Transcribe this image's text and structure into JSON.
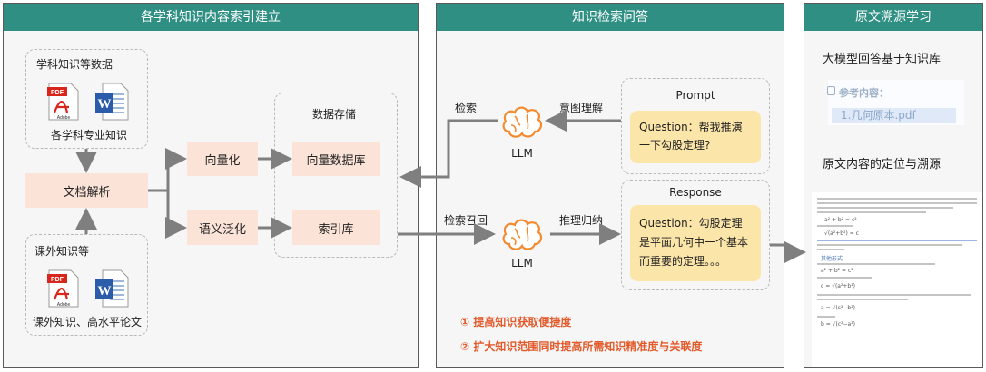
{
  "panels": {
    "left_title": "各学科知识内容索引建立",
    "middle_title": "知识检索问答",
    "right_title": "原文溯源学习"
  },
  "left": {
    "subject_group_title": "学科知识等数据",
    "subject_caption": "各学科专业知识",
    "extra_group_title": "课外知识等",
    "extra_caption": "课外知识、高水平论文",
    "doc_parse": "文档解析",
    "vectorize": "向量化",
    "semantic_generalize": "语义泛化",
    "storage_title": "数据存储",
    "vector_db": "向量数据库",
    "index_db": "索引库"
  },
  "icons": {
    "pdf_label": "PDF",
    "adobe_label": "Adobe",
    "word_label": "W"
  },
  "middle": {
    "retrieve": "检索",
    "intent": "意图理解",
    "llm_top": "LLM",
    "prompt_title": "Prompt",
    "prompt_text": "Question：帮我推演一下勾股定理?",
    "retrieve_recall": "检索召回",
    "reasoning": "推理归纳",
    "llm_bottom": "LLM",
    "response_title": "Response",
    "response_text": "Question：勾股定理是平面几何中一个基本而重要的定理。。。",
    "benefit_1": "① 提高知识获取便捷度",
    "benefit_2": "② 扩大知识范围同时提高所需知识精准度与关联度"
  },
  "right": {
    "answer_title": "大模型回答基于知识库",
    "ref_label": "参考内容：",
    "ref_file": "1.几何原本.pdf",
    "locate_title": "原文内容的定位与溯源",
    "paper_formula_1": "a² + b² = c²",
    "paper_formula_2": "√(a²+b²) = c",
    "paper_formula_3": "a² + b² = c²",
    "paper_formula_4": "c = √(a²+b²)",
    "paper_formula_5": "a = √(c²−b²)",
    "paper_formula_6": "b = √(c²−a²)",
    "paper_tag": "其他形式"
  },
  "colors": {
    "header": "#2f8f83",
    "box": "#fbe3d8",
    "note": "#fbe5a8",
    "accent_red": "#e2592a",
    "brain": "#f28a30"
  }
}
